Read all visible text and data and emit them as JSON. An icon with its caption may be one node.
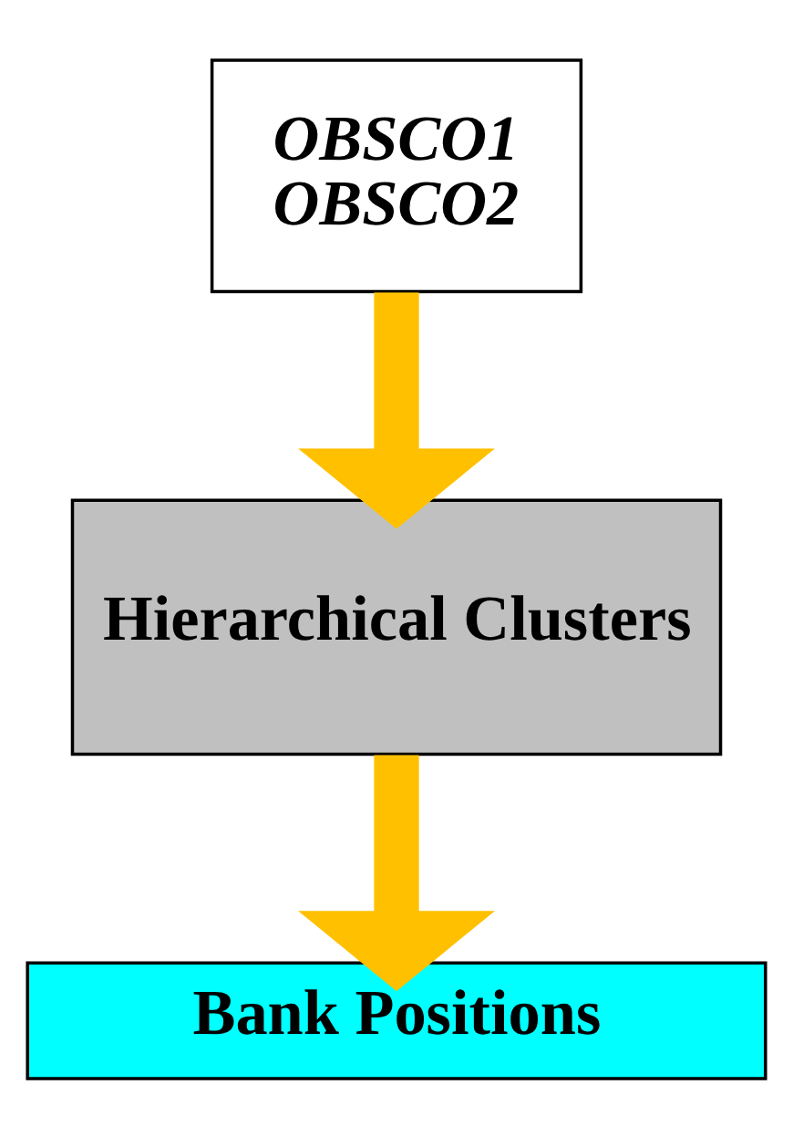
{
  "diagram": {
    "nodes": [
      {
        "text": [
          "OBSCO1",
          "OBSCO2"
        ]
      },
      {
        "text": [
          "Hierarchical Clusters"
        ]
      },
      {
        "text": [
          "Bank Positions"
        ]
      }
    ],
    "edges": [
      {
        "from": 0,
        "to": 1,
        "arrow": "to"
      },
      {
        "from": 1,
        "to": 2,
        "arrow": "to"
      }
    ]
  }
}
